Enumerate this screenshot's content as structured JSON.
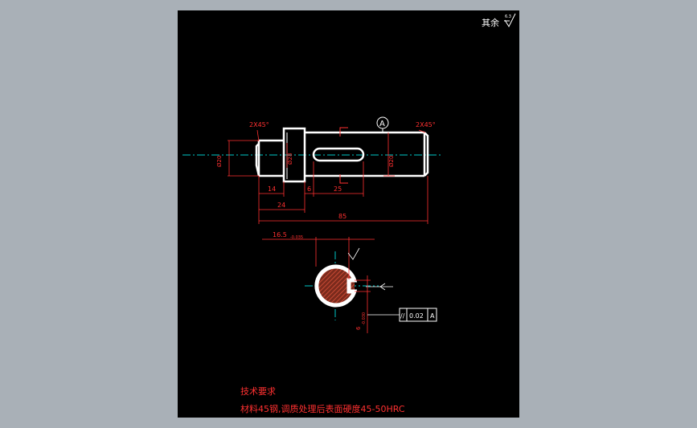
{
  "colors": {
    "background": "#a9b0b7",
    "sheet": "#000000",
    "outline": "#ffffff",
    "dimension": "#ff0000",
    "centerline": "#00c8c8",
    "section_hatch": "#a03c28"
  },
  "surface_finish": {
    "text": "其余",
    "symbol_value": "6.3"
  },
  "datum": {
    "label": "A"
  },
  "chamfer_labels": {
    "left": "2X45°",
    "right": "2X45°"
  },
  "dimensions": {
    "diam_left": "Ø20",
    "diam_collar": "Ø28",
    "diam_right": "Ø20",
    "len_14": "14",
    "len_6": "6",
    "len_25": "25",
    "len_24": "24",
    "len_overall": "85",
    "depth": "16.5",
    "depth_tol": "-0.035",
    "key_width": "6",
    "key_tol": "-0.030"
  },
  "tolerance_frame": {
    "symbol": "//",
    "value": "0.02",
    "datum": "A"
  },
  "tech_requirements": {
    "title": "技术要求",
    "line1": "材料45钢,调质处理后表面硬度45-50HRC"
  }
}
